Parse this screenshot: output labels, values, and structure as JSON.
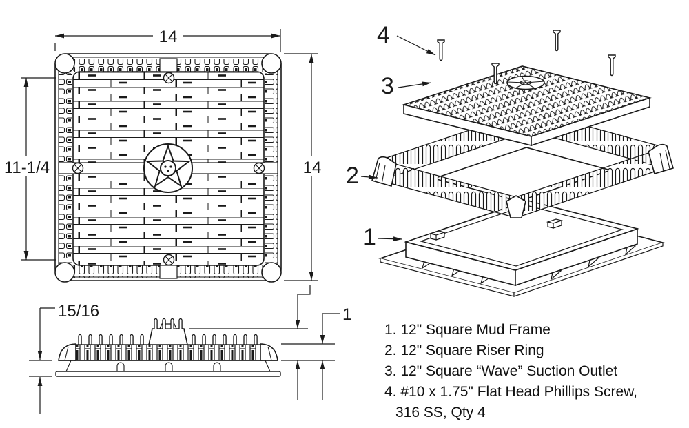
{
  "colors": {
    "line": "#1a1a1a",
    "background": "#ffffff"
  },
  "top_view": {
    "dim_width": "14",
    "dim_height": "14",
    "dim_inner_height": "11-1/4"
  },
  "side_view": {
    "dim_frame_height": "15/16",
    "dim_ring_height": "1"
  },
  "exploded": {
    "labels": {
      "mud_frame": "1",
      "riser_ring": "2",
      "suction_outlet": "3",
      "screw": "4"
    }
  },
  "parts_list": {
    "items": [
      {
        "text": "1. 12\" Square Mud Frame"
      },
      {
        "text": "2. 12\" Square Riser Ring"
      },
      {
        "text": "3. 12\" Square “Wave” Suction Outlet"
      },
      {
        "text": "4. #10 x 1.75\" Flat Head Phillips Screw,",
        "text2": "316 SS, Qty 4"
      }
    ]
  }
}
